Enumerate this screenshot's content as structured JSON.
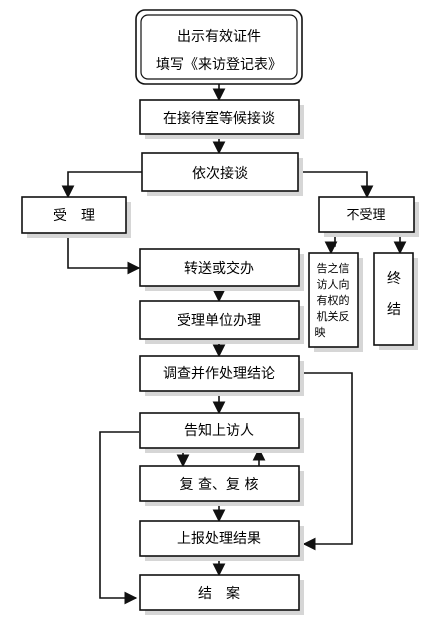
{
  "boxes": {
    "start_line1": "出示有效证件",
    "start_line2": "填写《来访登记表》",
    "wait": "在接待室等候接谈",
    "interview": "依次接谈",
    "accept": "受　理",
    "reject": "不受理",
    "notify_left_cols": [
      "告之信",
      "访人向",
      "有权的",
      "机关反",
      "映"
    ],
    "end_right": "终　结",
    "transfer": "转送或交办",
    "handle": "受理单位办理",
    "investigate": "调查并作处理结论",
    "inform": "告知上访人",
    "review": "复 查、复 核",
    "report": "上报处理结果",
    "close": "结　案"
  },
  "colors": {
    "line": "#111111",
    "shadow": "#d6d6d6",
    "box_fill": "#ffffff"
  }
}
